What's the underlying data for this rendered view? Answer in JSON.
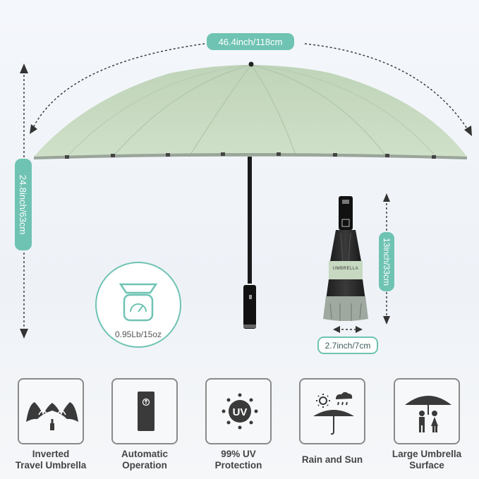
{
  "dimensions": {
    "width_label": "46.4inch/118cm",
    "height_label": "24.8inch/63cm",
    "folded_length_label": "13inch/33cm",
    "folded_diameter_label": "2.7inch/7cm",
    "weight_label": "0.95Lb/15oz"
  },
  "product": {
    "band_text": "UMBRELLA",
    "canopy_color": "#c7d9c1",
    "accent_color": "#6fc3b3"
  },
  "features": [
    {
      "icon": "inverted-umbrella-icon",
      "label": "Inverted\nTravel Umbrella"
    },
    {
      "icon": "automatic-handle-icon",
      "label": "Automatic\nOperation"
    },
    {
      "icon": "uv-sun-icon",
      "label": "99% UV\nProtection"
    },
    {
      "icon": "rain-and-sun-icon",
      "label": "Rain and Sun"
    },
    {
      "icon": "large-umbrella-icon",
      "label": "Large Umbrella\nSurface"
    }
  ]
}
